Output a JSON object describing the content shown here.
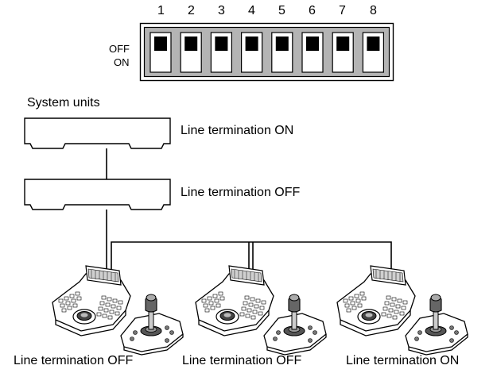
{
  "dip_switch": {
    "numbers": [
      "1",
      "2",
      "3",
      "4",
      "5",
      "6",
      "7",
      "8"
    ],
    "off_label": "OFF",
    "on_label": "ON",
    "switch_position": "OFF",
    "colors": {
      "frame_fill": "#b4b4b4",
      "toggle": "#000000",
      "slot": "#ffffff"
    }
  },
  "system_units": {
    "heading": "System units",
    "units": [
      {
        "label": "Line termination ON"
      },
      {
        "label": "Line termination OFF"
      }
    ]
  },
  "controllers": [
    {
      "label": "Line termination OFF",
      "icon": "keyboard-controller-with-joystick-icon"
    },
    {
      "label": "Line termination OFF",
      "icon": "keyboard-controller-with-joystick-icon"
    },
    {
      "label": "Line termination ON",
      "icon": "keyboard-controller-with-joystick-icon"
    }
  ]
}
